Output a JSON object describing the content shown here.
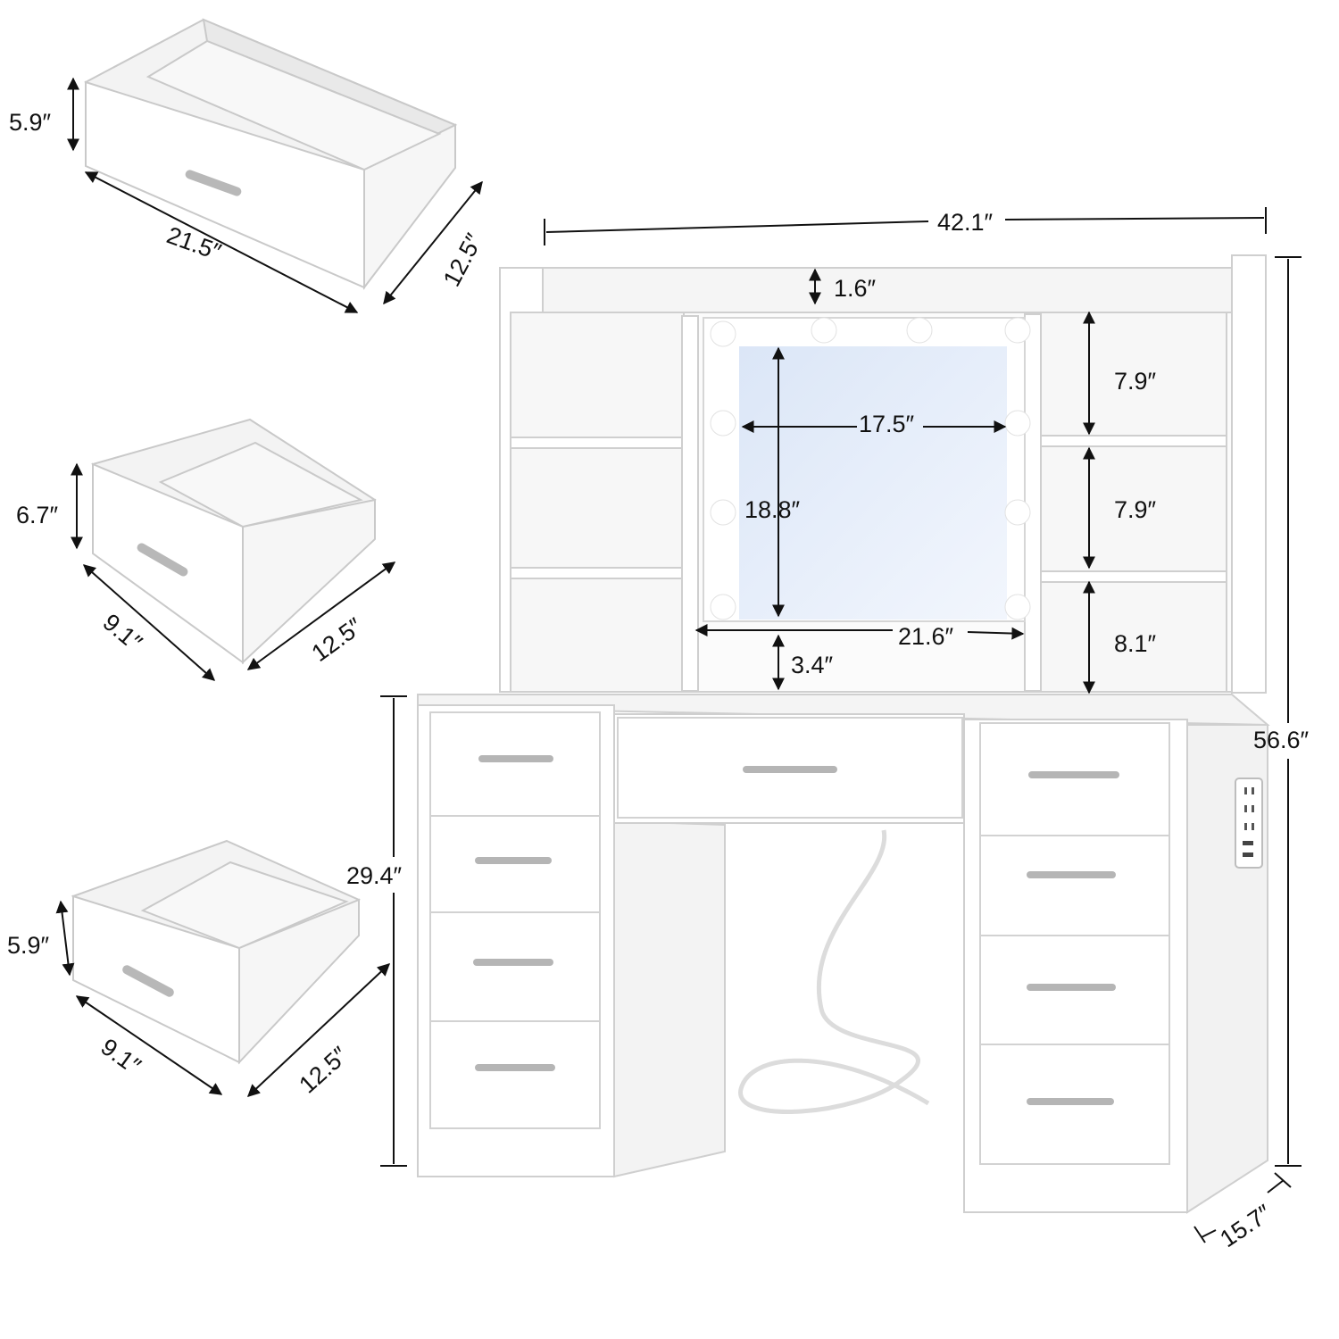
{
  "colors": {
    "furniture": "#ffffff",
    "furniture_edge": "#c9c9c9",
    "shadow": "#e8e8e8",
    "mirror": "#e6eefa",
    "mirror_glow": "#f4f8ff",
    "bulb": "#ffffff",
    "handle": "#b0b0b0",
    "dimension_line": "#111111",
    "cable": "#dcdcdc"
  },
  "drawer_large": {
    "height": "5.9″",
    "width": "21.5″",
    "depth": "12.5″"
  },
  "drawer_medium": {
    "height": "6.7″",
    "width": "9.1″",
    "depth": "12.5″"
  },
  "drawer_small": {
    "height": "5.9″",
    "width": "9.1″",
    "depth": "12.5″"
  },
  "vanity": {
    "overall_width": "42.1″",
    "overall_height": "56.6″",
    "desk_height": "29.4″",
    "desk_depth": "15.7″",
    "hutch_top_gap": "1.6″",
    "mirror_inner_width": "17.5″",
    "mirror_height": "18.8″",
    "mirror_frame_width": "21.6″",
    "mirror_bottom_gap": "3.4″",
    "shelf_upper": "7.9″",
    "shelf_middle": "7.9″",
    "shelf_lower": "8.1″"
  },
  "icons": [
    "power-outlet-icon",
    "usb-port-icon",
    "led-bulb-icon",
    "drawer-handle-icon"
  ]
}
